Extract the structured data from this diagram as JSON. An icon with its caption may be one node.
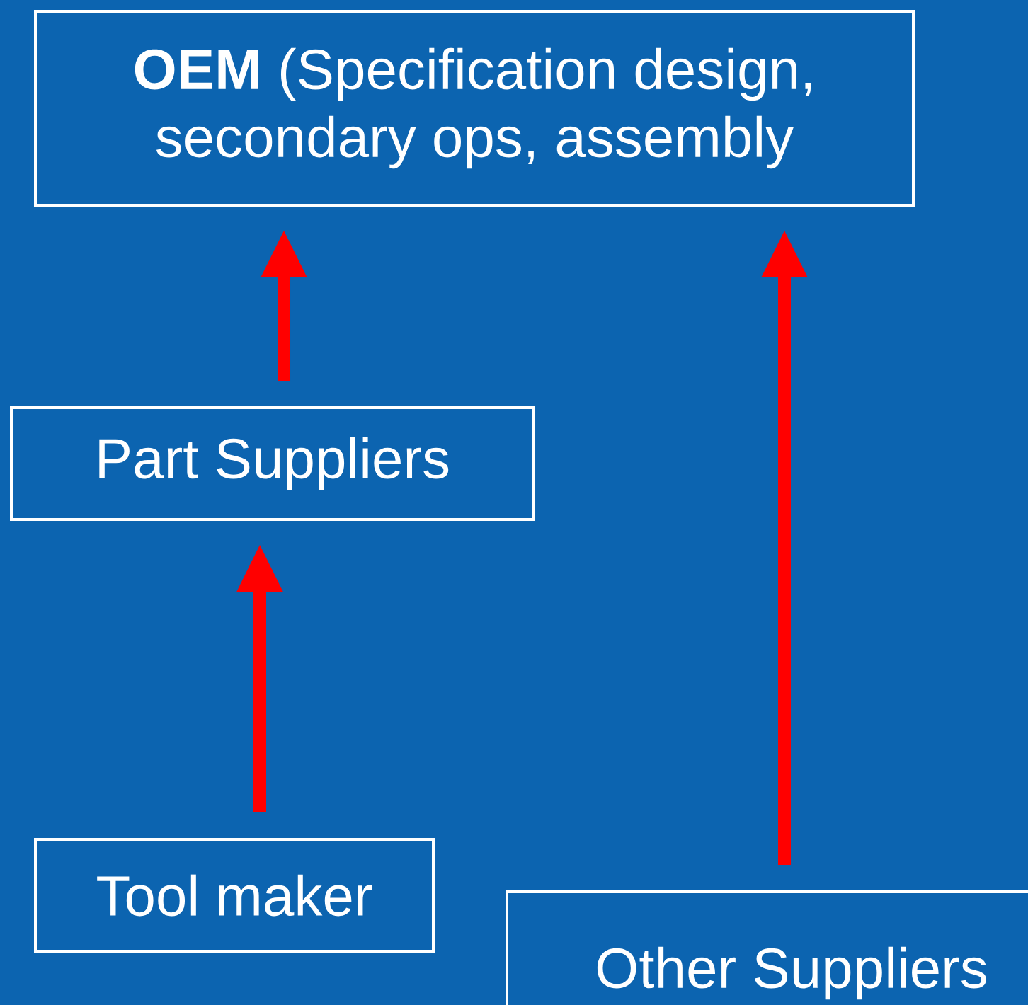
{
  "diagram": {
    "nodes": [
      {
        "text": [
          "**OEM** (Specification design, secondary ops, assembly"
        ]
      },
      {
        "text": [
          "Part Suppliers"
        ]
      },
      {
        "text": [
          "Tool maker"
        ]
      },
      {
        "text": [
          "Other Suppliers"
        ]
      }
    ],
    "edges": [
      {
        "from": 1,
        "to": 0,
        "arrow": "to"
      },
      {
        "from": 2,
        "to": 1,
        "arrow": "to"
      },
      {
        "from": 3,
        "to": 0,
        "arrow": "to"
      }
    ]
  }
}
